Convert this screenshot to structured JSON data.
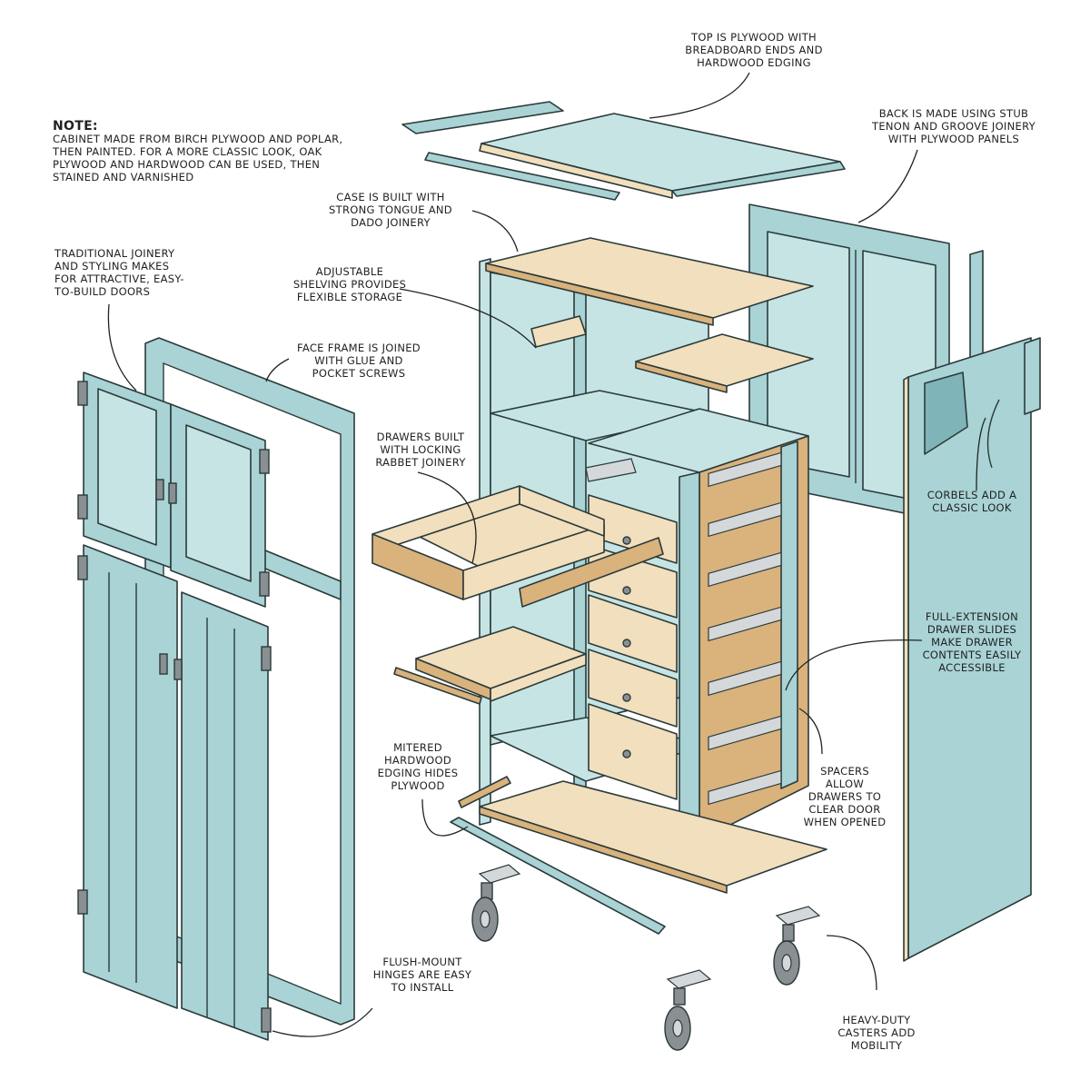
{
  "note": {
    "label": "NOTE:",
    "text": "CABINET MADE FROM BIRCH PLYWOOD AND POPLAR, THEN PAINTED. FOR A MORE CLASSIC LOOK, OAK PLYWOOD AND HARDWOOD CAN BE USED, THEN STAINED AND VARNISHED"
  },
  "callouts": {
    "top": "TOP IS PLYWOOD WITH\nBREADBOARD ENDS AND\nHARDWOOD EDGING",
    "back": "BACK IS MADE USING STUB\nTENON AND GROOVE JOINERY\nWITH PLYWOOD PANELS",
    "case": "CASE IS BUILT WITH\nSTRONG TONGUE AND\nDADO JOINERY",
    "joinery": "TRADITIONAL JOINERY\nAND STYLING MAKES\nFOR ATTRACTIVE, EASY-\nTO-BUILD DOORS",
    "shelving": "ADJUSTABLE\nSHELVING PROVIDES\nFLEXIBLE STORAGE",
    "face_frame": "FACE FRAME IS JOINED\nWITH GLUE AND\nPOCKET SCREWS",
    "drawers": "DRAWERS BUILT\nWITH LOCKING\nRABBET JOINERY",
    "corbels": "CORBELS ADD A\nCLASSIC LOOK",
    "slides": "FULL-EXTENSION\nDRAWER SLIDES\nMAKE DRAWER\nCONTENTS EASILY\nACCESSIBLE",
    "edging": "MITERED\nHARDWOOD\nEDGING HIDES\nPLYWOOD",
    "spacers": "SPACERS\nALLOW\nDRAWERS TO\nCLEAR DOOR\nWHEN OPENED",
    "hinges": "FLUSH-MOUNT\nHINGES ARE EASY\nTO INSTALL",
    "casters": "HEAVY-DUTY\nCASTERS ADD\nMOBILITY"
  },
  "colors": {
    "blue": "#a9d3d5",
    "blue_dark": "#7fb4b8",
    "blue_light": "#c6e4e4",
    "wood": "#f1dfbd",
    "wood_dark": "#d9b27c",
    "outline": "#2b3a3a",
    "metal": "#8a8f93"
  }
}
